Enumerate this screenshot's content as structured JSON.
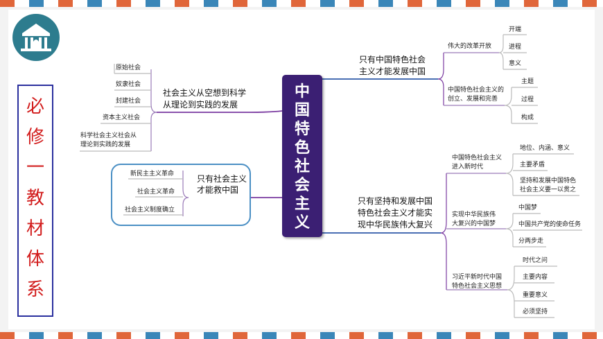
{
  "colors": {
    "stripe_orange": "#e0663a",
    "stripe_blue": "#3a86b8",
    "center_bg": "#3b1f73",
    "side_text": "#d21c1c",
    "side_border": "#2a2f9e",
    "line_purple": "#7a3aa0",
    "line_blue": "#2f5aa8",
    "logo_bg": "#2d7c8e"
  },
  "logo": {
    "icon": "classical-building-icon"
  },
  "side_title": [
    "必",
    "修",
    "一",
    "教",
    "材",
    "体",
    "系"
  ],
  "center_title": [
    "中",
    "国",
    "特",
    "色",
    "社",
    "会",
    "主",
    "义"
  ],
  "left_top": {
    "main": [
      "社会主义从空想到科学",
      "从理论到实践的发展"
    ],
    "leaves": [
      "原始社会",
      "奴隶社会",
      "封建社会",
      "资本主义社会",
      "科学社会主义社会从",
      "理论到实践的发展"
    ]
  },
  "left_bottom": {
    "main": [
      "只有社会主义",
      "才能救中国"
    ],
    "leaves": [
      "新民主主义革命",
      "社会主义革命",
      "社会主义制度确立"
    ]
  },
  "right_top": {
    "main": [
      "只有中国特色社会",
      "主义才能发展中国"
    ],
    "sub1": {
      "label": "伟大的改革开放",
      "leaves": [
        "开端",
        "进程",
        "意义"
      ]
    },
    "sub2": {
      "label": [
        "中国特色社会主义的",
        "创立、发展和完善"
      ],
      "leaves": [
        "主题",
        "过程",
        "构成"
      ]
    }
  },
  "right_bottom": {
    "main": [
      "只有坚持和发展中国",
      "特色社会主义才能实",
      "现中华民族伟大复兴"
    ],
    "sub1": {
      "label": [
        "中国特色社会主义",
        "进入新时代"
      ],
      "leaves": [
        "地位、内涵、意义",
        "主要矛盾",
        "坚持和发展中国特色",
        "社会主义要一以贯之"
      ]
    },
    "sub2": {
      "label": [
        "实现中华民族伟",
        "大复兴的中国梦"
      ],
      "leaves": [
        "中国梦",
        "中国共产党的使命任务",
        "分两步走"
      ]
    },
    "sub3": {
      "label": [
        "习近平新时代中国",
        "特色社会主义思想"
      ],
      "leaves": [
        "时代之问",
        "主要内容",
        "重要意义",
        "必须坚持"
      ]
    }
  }
}
